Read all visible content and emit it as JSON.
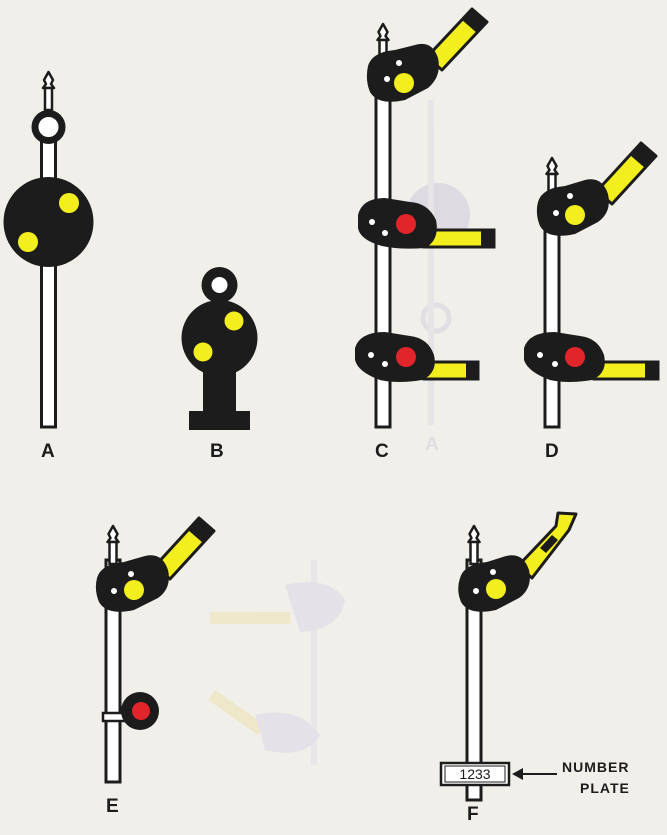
{
  "colors": {
    "background": "#f1efe9",
    "ink": "#1c1c1c",
    "yellow": "#f3ee1e",
    "red": "#e2242b",
    "pole": "#ffffff",
    "ghost": "#d9d6dc"
  },
  "labels": {
    "a": "A",
    "b": "B",
    "c": "C",
    "d": "D",
    "e": "E",
    "f": "F",
    "c_ghost": "A"
  },
  "number_plate": {
    "value": "1233",
    "caption_line1": "NUMBER",
    "caption_line2": "PLATE"
  }
}
